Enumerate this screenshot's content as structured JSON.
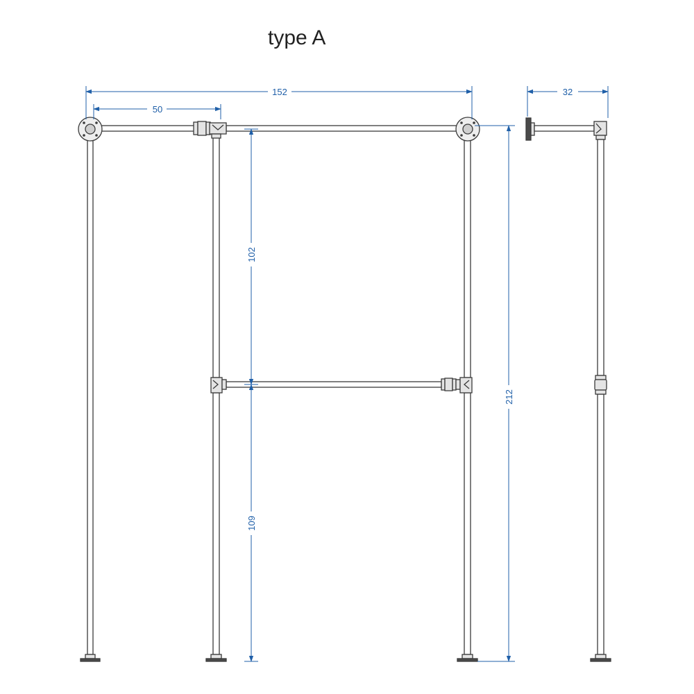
{
  "title": "type A",
  "colors": {
    "dimension": "#1f5fa8",
    "pipe_stroke": "#3a3a3a",
    "pipe_fill": "#ffffff",
    "fitting_fill": "#e4e4e4",
    "base_fill": "#4a4a4a"
  },
  "dimensions": {
    "total_width": "152",
    "left_section_width": "50",
    "depth": "32",
    "upper_height": "102",
    "lower_height": "109",
    "total_height": "212"
  }
}
